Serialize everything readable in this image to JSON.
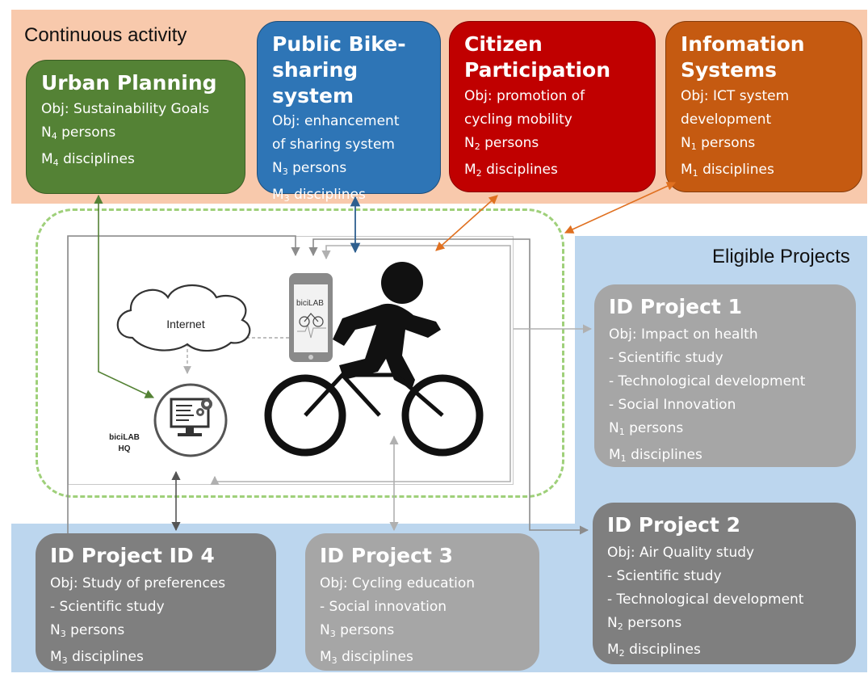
{
  "continuous_label": "Continuous activity",
  "eligible_label": "Eligible Projects",
  "colors": {
    "urban": "#548235",
    "bike": "#2e75b6",
    "citizen": "#c00000",
    "info": "#c55a11",
    "project_light": "#a6a6a6",
    "project_dark": "#7f7f7f"
  },
  "urban": {
    "title": "Urban Planning",
    "obj": "Obj: Sustainability Goals",
    "persons_prefix": "N",
    "persons_sub": "4",
    "persons_suffix": " persons",
    "disc_prefix": "M",
    "disc_sub": "4",
    "disc_suffix": " disciplines"
  },
  "bike": {
    "title_line1": "Public Bike-",
    "title_line2": "sharing system",
    "obj_line1": "Obj: enhancement",
    "obj_line2": "of sharing system",
    "persons_prefix": "N",
    "persons_sub": "3",
    "persons_suffix": " persons",
    "disc_prefix": "M",
    "disc_sub": "3",
    "disc_suffix": " disciplines"
  },
  "citizen": {
    "title_line1": "Citizen",
    "title_line2": "Participation",
    "obj_line1": "Obj: promotion of",
    "obj_line2": "cycling mobility",
    "persons_prefix": "N",
    "persons_sub": "2",
    "persons_suffix": " persons",
    "disc_prefix": "M",
    "disc_sub": "2",
    "disc_suffix": " disciplines"
  },
  "info": {
    "title_line1": "Infomation",
    "title_line2": "Systems",
    "obj_line1": "Obj: ICT system",
    "obj_line2": "development",
    "persons_prefix": "N",
    "persons_sub": "1",
    "persons_suffix": " persons",
    "disc_prefix": "M",
    "disc_sub": "1",
    "disc_suffix": " disciplines"
  },
  "p1": {
    "title": "ID Project 1",
    "obj": "Obj: Impact on health",
    "items": [
      "-   Scientific study",
      "-   Technological development",
      "-   Social Innovation"
    ],
    "persons_prefix": "N",
    "persons_sub": "1",
    "persons_suffix": " persons",
    "disc_prefix": "M",
    "disc_sub": "1",
    "disc_suffix": " disciplines"
  },
  "p2": {
    "title": "ID Project 2",
    "obj": "Obj: Air Quality study",
    "items": [
      "-   Scientific study",
      "-   Technological development"
    ],
    "persons_prefix": "N",
    "persons_sub": "2",
    "persons_suffix": " persons",
    "disc_prefix": "M",
    "disc_sub": "2",
    "disc_suffix": " disciplines"
  },
  "p3": {
    "title": "ID Project 3",
    "obj": "Obj: Cycling education",
    "items": [
      "-   Social innovation"
    ],
    "persons_prefix": "N",
    "persons_sub": "3",
    "persons_suffix": " persons",
    "disc_prefix": "M",
    "disc_sub": "3",
    "disc_suffix": " disciplines"
  },
  "p4": {
    "title": "ID Project ID 4",
    "obj": "Obj: Study of preferences",
    "items": [
      "-   Scientific study"
    ],
    "persons_prefix": "N",
    "persons_sub": "3",
    "persons_suffix": " persons",
    "disc_prefix": "M",
    "disc_sub": "3",
    "disc_suffix": " disciplines"
  },
  "internet_label": "Internet",
  "hq_label_line1": "biciLAB",
  "hq_label_line2": "HQ",
  "app_label": "biciLAB",
  "icons": {
    "cloud": "cloud-icon",
    "hq": "computer-gears-icon",
    "phone": "smartphone-icon",
    "cyclist": "cyclist-icon"
  }
}
